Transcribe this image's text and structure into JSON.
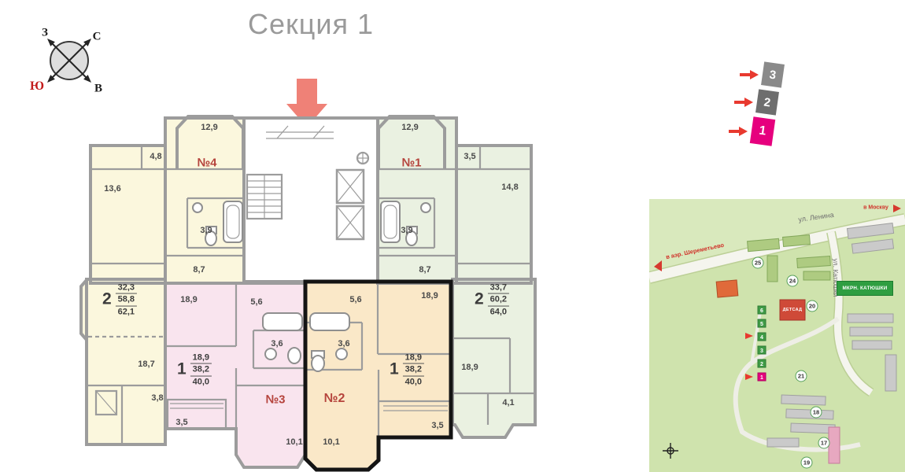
{
  "title": "Секция 1",
  "compass": {
    "nw": "З",
    "ne": "С",
    "se": "В",
    "sw": "Ю"
  },
  "section_indicator": {
    "floors": [
      "3",
      "2",
      "1"
    ]
  },
  "floorplan": {
    "apartments": {
      "apt4": {
        "label": "№4"
      },
      "apt1": {
        "label": "№1"
      },
      "apt3": {
        "label": "№3",
        "rooms": "1",
        "living": "18,9",
        "area": "38,2",
        "total": "40,0"
      },
      "apt2": {
        "label": "№2",
        "rooms": "1",
        "living": "18,9",
        "area": "38,2",
        "total": "40,0"
      },
      "left": {
        "rooms": "2",
        "living": "32,3",
        "area": "58,8",
        "total": "62,1"
      },
      "right": {
        "rooms": "2",
        "living": "33,7",
        "area": "60,2",
        "total": "64,0"
      }
    },
    "dims": [
      "12,9",
      "4,8",
      "13,6",
      "3,9",
      "8,7",
      "12,9",
      "3,5",
      "14,8",
      "3,9",
      "8,7",
      "18,9",
      "5,6",
      "3,6",
      "18,7",
      "3,8",
      "3,5",
      "10,1",
      "5,6",
      "18,9",
      "3,6",
      "10,1",
      "3,5",
      "18,9",
      "4,1"
    ]
  },
  "map": {
    "street_lenina": "ул. Ленина",
    "street_katyushki": "ул. Катюшки",
    "to_airport": "в аэр. Шереметьево",
    "to_moscow": "в Москву",
    "district": "МКРН. КАТЮШКИ",
    "kindergarten": "ДЕТСАД",
    "markers": [
      "25",
      "24",
      "20",
      "21",
      "18",
      "17",
      "19"
    ],
    "sections": [
      "6",
      "5",
      "4",
      "3",
      "2",
      "1"
    ]
  }
}
